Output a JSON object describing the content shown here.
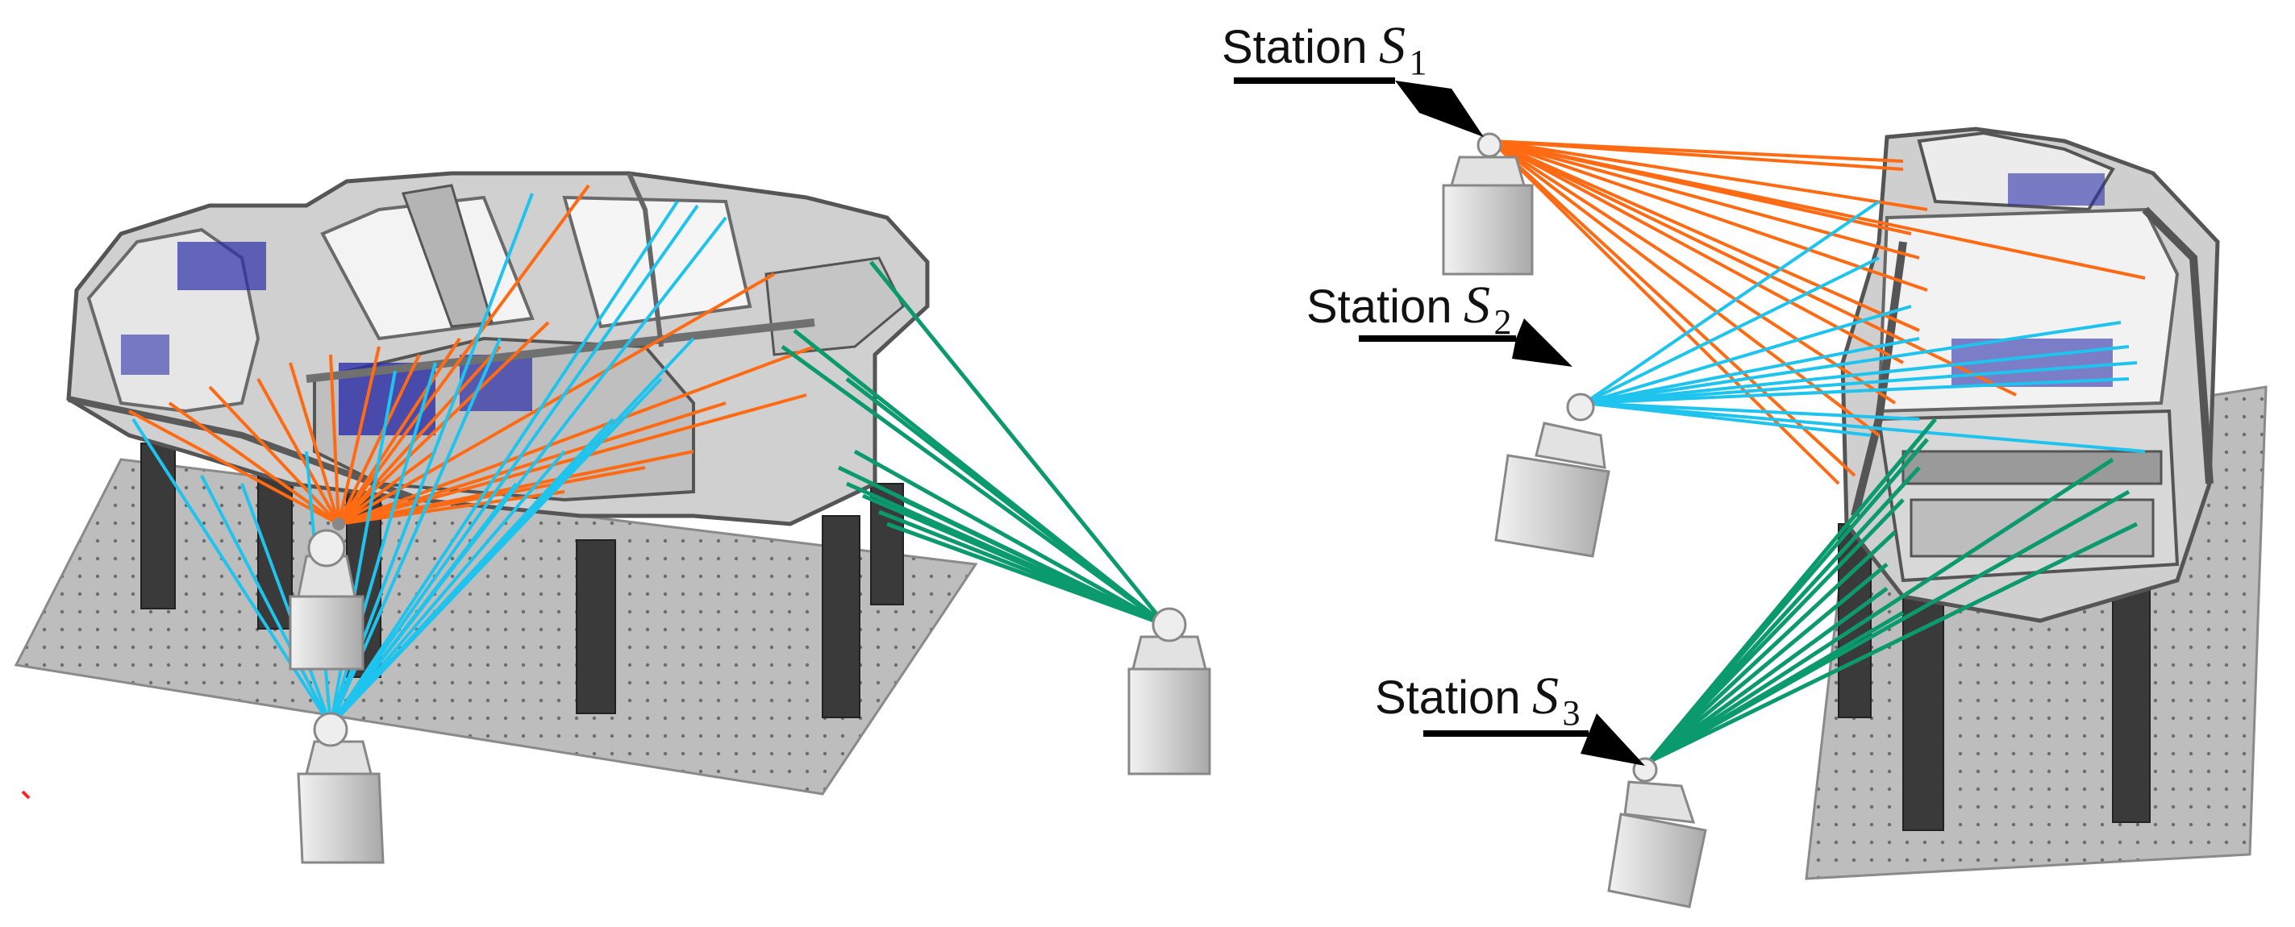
{
  "colors": {
    "station_1_rays": "#ff6a13",
    "station_2_rays": "#1ec4ee",
    "station_3_rays": "#0b9a6b",
    "body_frame": "#8c8c8c",
    "body_dark": "#4a4a4a",
    "body_inner_blue": "#2b2ea8",
    "fixture_plate": "#bdbdbd",
    "tracker_body": "#d6d6d6",
    "callout_arrow": "#000000"
  },
  "stations": [
    {
      "label": "Station",
      "symbol": "S",
      "subscript": "1",
      "ray_color": "station_1_rays"
    },
    {
      "label": "Station",
      "symbol": "S",
      "subscript": "2",
      "ray_color": "station_2_rays"
    },
    {
      "label": "Station",
      "symbol": "S",
      "subscript": "3",
      "ray_color": "station_3_rays"
    }
  ],
  "icons": {
    "left_tracker_1": "laser-tracker-icon",
    "left_tracker_2": "laser-tracker-icon",
    "left_tracker_3": "laser-tracker-icon",
    "right_tracker_1": "laser-tracker-icon",
    "right_tracker_2": "laser-tracker-icon",
    "right_tracker_3": "laser-tracker-icon"
  }
}
